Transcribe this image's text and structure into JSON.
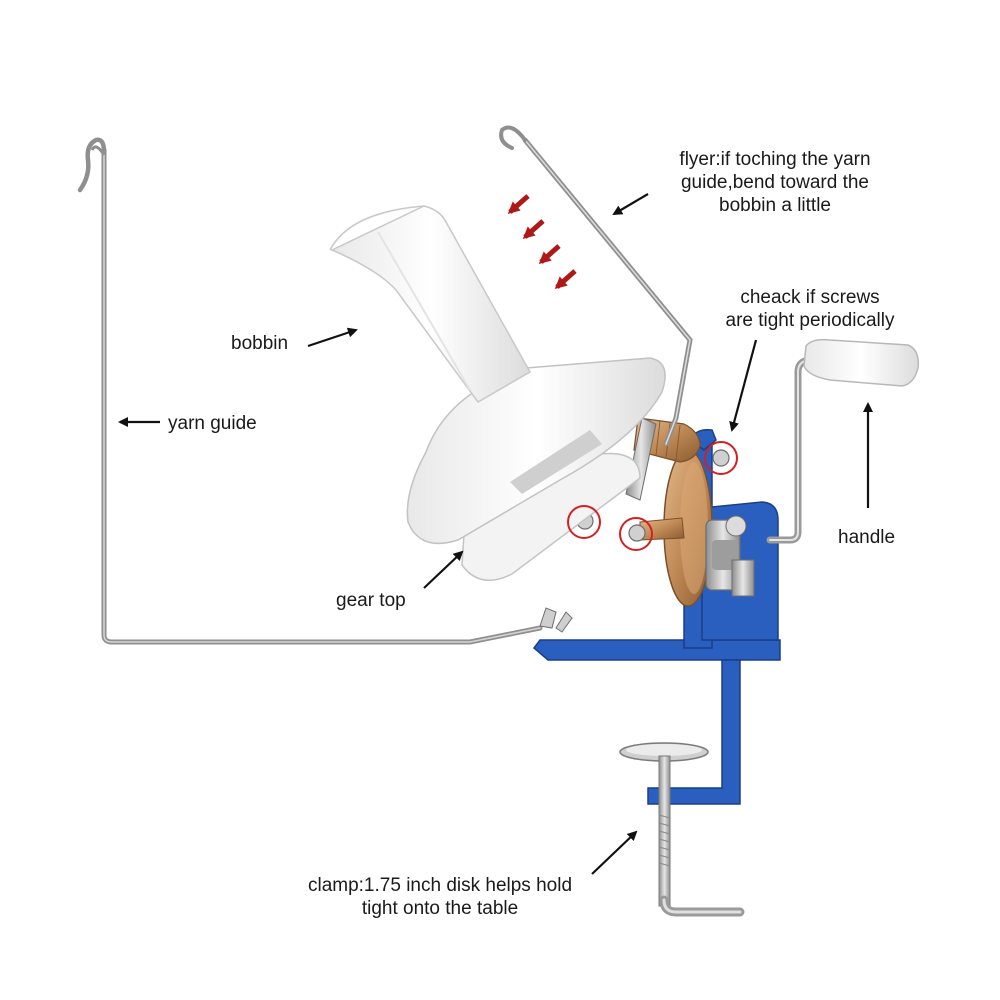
{
  "labels": {
    "flyer": [
      "flyer:if toching the yarn",
      "guide,bend toward the",
      "bobbin a little"
    ],
    "screws": [
      "cheack if screws",
      "are tight periodically"
    ],
    "bobbin": "bobbin",
    "yarn_guide": "yarn guide",
    "handle": "handle",
    "gear_top": "gear top",
    "clamp": [
      "clamp:1.75 inch disk helps hold",
      "tight onto the table"
    ]
  },
  "colors": {
    "clamp_blue": "#2a5fc0",
    "bobbin_white": "#ffffff",
    "gear_bronze": "#c08a56",
    "wire_silver": "#9a9a9a",
    "arrow_red": "#b01818",
    "arrow_black": "#111111",
    "highlight_circle": "#d42020"
  }
}
